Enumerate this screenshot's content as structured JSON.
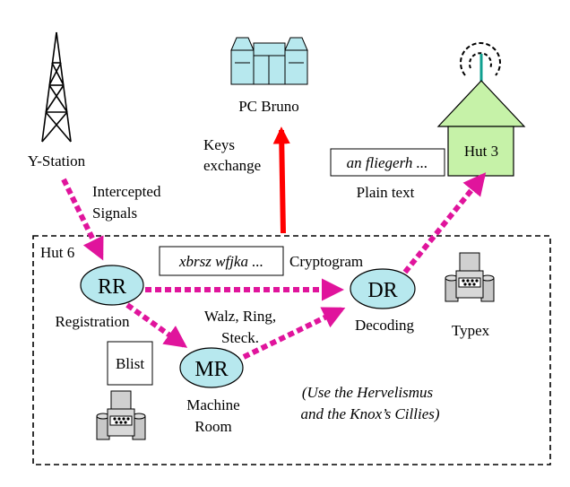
{
  "locations": {
    "y_station": "Y-Station",
    "pc_bruno": "PC Bruno",
    "hut3": "Hut 3",
    "hut6": "Hut 6"
  },
  "flows": {
    "intercepted_line1": "Intercepted",
    "intercepted_line2": "Signals",
    "keys_line1": "Keys",
    "keys_line2": "exchange",
    "plain_text": "Plain text",
    "cryptogram": "Cryptogram",
    "walz_line1": "Walz, Ring,",
    "walz_line2": "Steck."
  },
  "text_boxes": {
    "plain_sample": "an fliegerh ...",
    "cipher_sample": "xbrsz wfjka ...",
    "blist": "Blist"
  },
  "nodes": {
    "rr": {
      "code": "RR",
      "label": "Registration"
    },
    "dr": {
      "code": "DR",
      "label": "Decoding"
    },
    "mr": {
      "code": "MR",
      "label_line1": "Machine",
      "label_line2": "Room"
    }
  },
  "typex_label": "Typex",
  "note": {
    "line1": "(Use the Hervelismus",
    "line2": "and the Knox’s Cillies)"
  },
  "colors": {
    "dotted_arrow": "#e0149c",
    "keys_arrow": "#ff0000",
    "node_fill": "#b7e8ee",
    "hut3_fill": "#c6f2a8",
    "building_fill": "#b7e8ee",
    "antenna": "#10a090"
  }
}
